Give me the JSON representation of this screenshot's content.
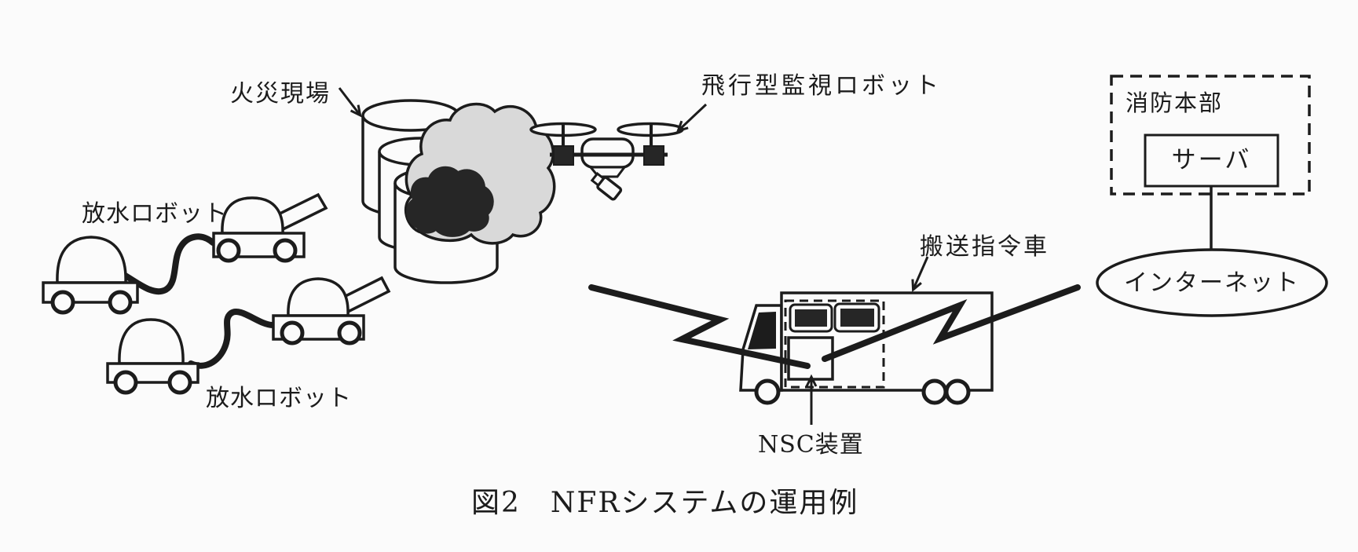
{
  "figure": {
    "caption": "図2　NFRシステムの運用例"
  },
  "labels": {
    "fire_scene": "火災現場",
    "flying_monitor_robot": "飛行型監視ロボット",
    "water_robot_upper": "放水ロボット",
    "water_robot_lower": "放水ロボット",
    "transport_command_vehicle": "搬送指令車",
    "nsc_device": "NSC装置",
    "fire_hq": "消防本部",
    "server": "サーバ",
    "internet": "インターネット"
  },
  "colors": {
    "ink": "#1c1c1c",
    "smoke_light": "#d9d9d9",
    "smoke_dark": "#262626",
    "paper": "#fbfbfb"
  }
}
